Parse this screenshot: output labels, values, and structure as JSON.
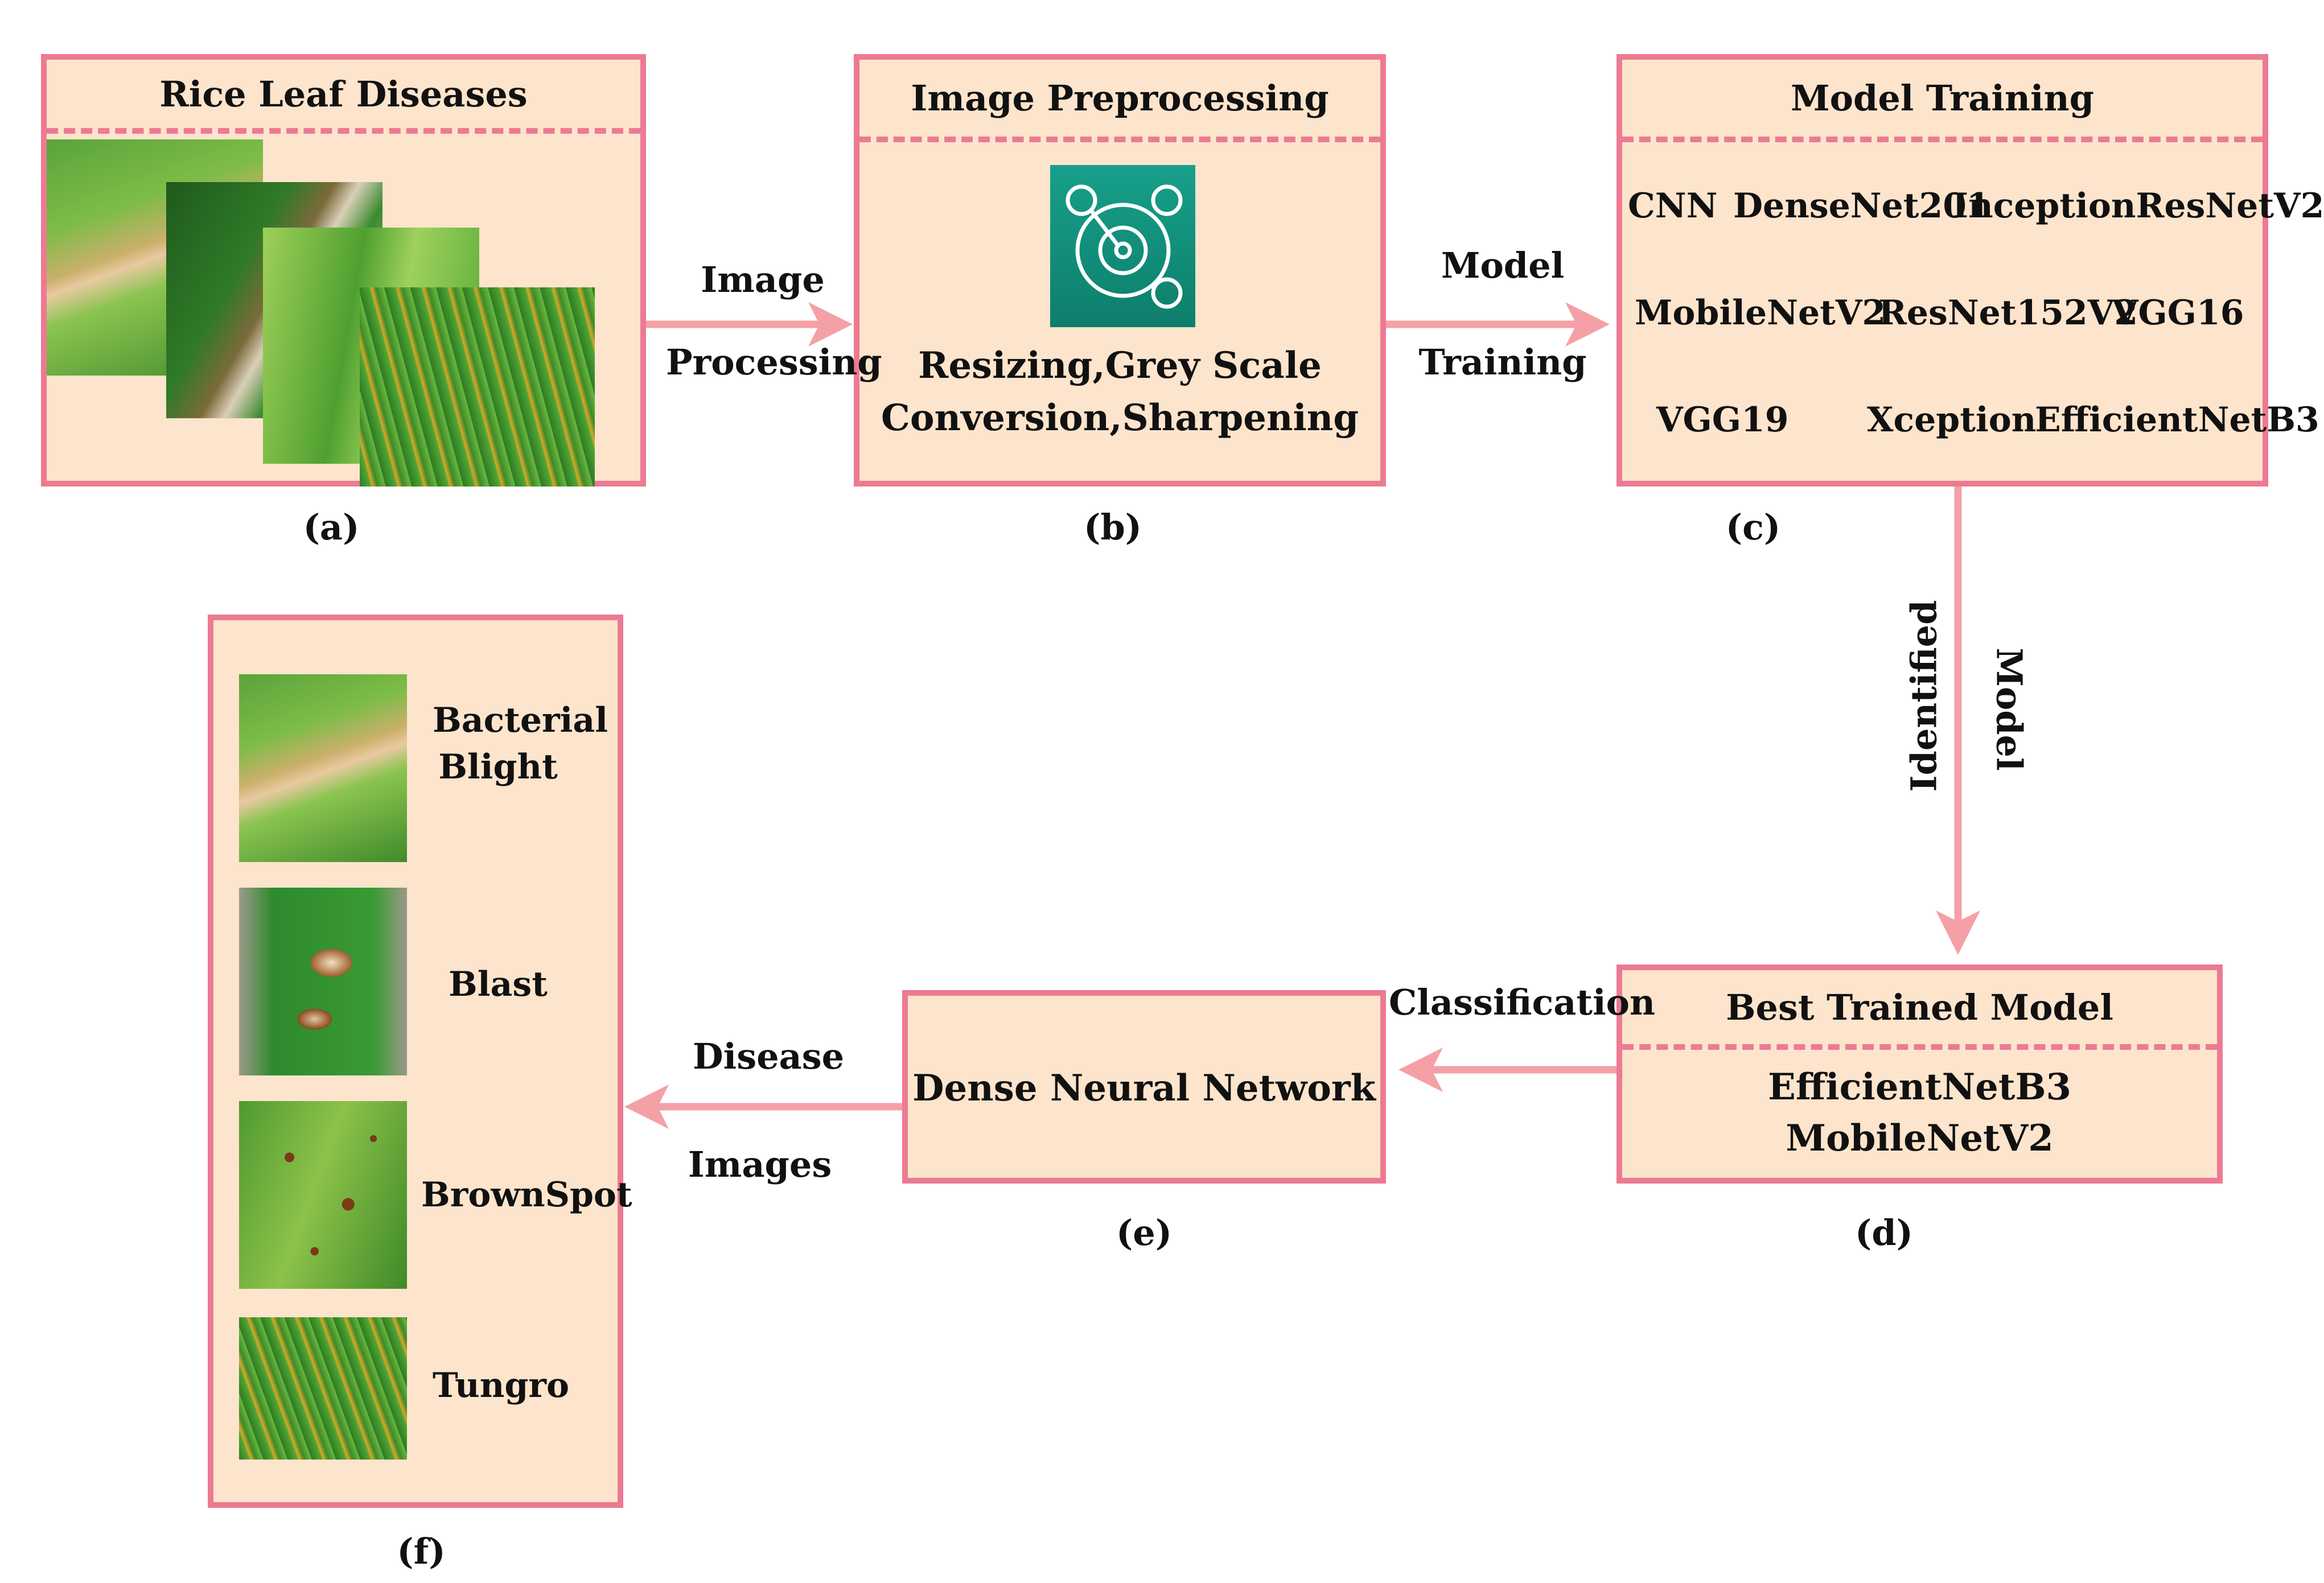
{
  "colors": {
    "border": "#ec7a93",
    "fill": "#fde4cc",
    "arrow": "#f4a0a6",
    "icon_bg": "#12907c"
  },
  "panel_a": {
    "title": "Rice Leaf Diseases",
    "caption": "(a)"
  },
  "panel_b": {
    "title": "Image Preprocessing",
    "line1": "Resizing,Grey Scale",
    "line2": "Conversion,Sharpening",
    "caption": "(b)",
    "icon": "ml-target-icon"
  },
  "panel_c": {
    "title": "Model Training",
    "caption": "(c)",
    "models": [
      "CNN",
      "DenseNet201",
      "InceptionResNetV2",
      "MobileNetV2",
      "ResNet152V2",
      "VGG16",
      "VGG19",
      "Xception",
      "EfficientNetB3"
    ]
  },
  "panel_d": {
    "title": "Best Trained Model",
    "line1": "EfficientNetB3",
    "line2": "MobileNetV2",
    "caption": "(d)"
  },
  "panel_e": {
    "title": "Dense Neural Network",
    "caption": "(e)"
  },
  "panel_f": {
    "caption": "(f)",
    "classes": [
      "Bacterial Blight",
      "Blast",
      "BrownSpot",
      "Tungro"
    ]
  },
  "arrows": {
    "a_to_b": {
      "top": "Image",
      "bottom": "Processing"
    },
    "b_to_c": {
      "top": "Model",
      "bottom": "Training"
    },
    "c_to_d": {
      "left": "Identified",
      "right": "Model"
    },
    "d_to_e": {
      "label": "Classification"
    },
    "e_to_f": {
      "top": "Disease",
      "bottom": "Images"
    }
  }
}
